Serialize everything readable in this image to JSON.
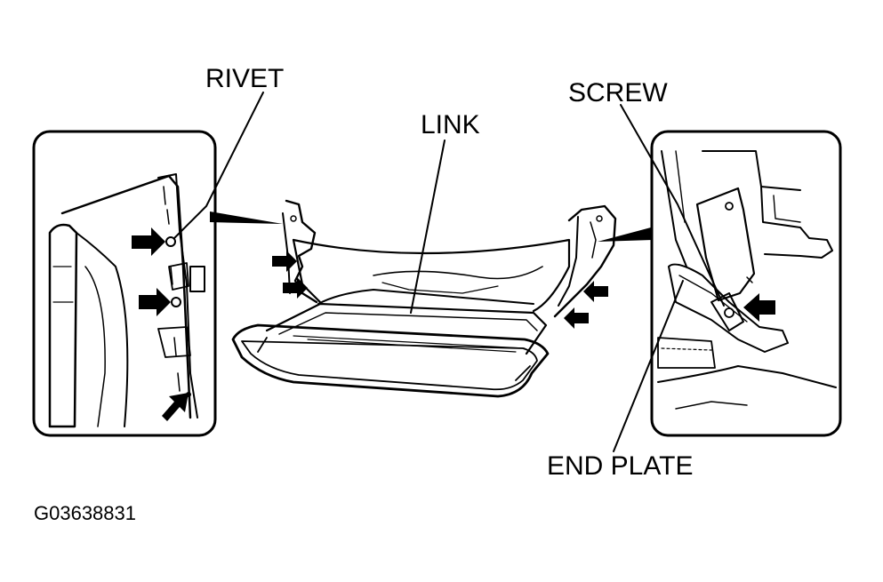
{
  "labels": {
    "rivet": "RIVET",
    "link": "LINK",
    "screw": "SCREW",
    "end_plate": "END PLATE"
  },
  "figure_id": "G03638831",
  "colors": {
    "ink": "#000000",
    "paper": "#ffffff"
  }
}
